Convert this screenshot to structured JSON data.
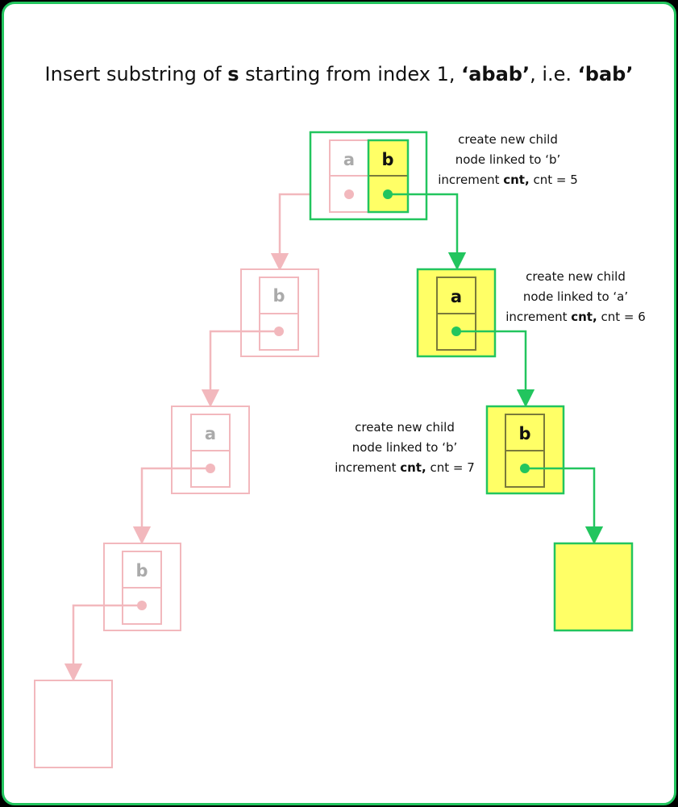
{
  "title": {
    "prefix": "Insert substring of ",
    "var": "s",
    "middle": " starting from index 1, ",
    "word": "‘abab’",
    "sep": ", i.e. ",
    "sub": "‘bab’"
  },
  "nodes": {
    "root": {
      "letter_a": "a",
      "letter_b": "b"
    },
    "faded_1": {
      "letter": "b"
    },
    "faded_2": {
      "letter": "a"
    },
    "faded_3": {
      "letter": "b"
    },
    "new_1": {
      "letter": "a"
    },
    "new_2": {
      "letter": "b"
    }
  },
  "notes": [
    {
      "line1": "create new child",
      "line2": "node linked to ‘b’",
      "prefix": "increment ",
      "keyword": "cnt,",
      "suffix": " cnt = 5"
    },
    {
      "line1": "create new child",
      "line2": "node linked to ‘a’",
      "prefix": "increment ",
      "keyword": "cnt,",
      "suffix": " cnt = 6"
    },
    {
      "line1": "create new child",
      "line2": "node linked to ‘b’",
      "prefix": "increment ",
      "keyword": "cnt,",
      "suffix": " cnt = 7"
    }
  ],
  "colors": {
    "border": "#22c55e",
    "highlight": "#ffff66",
    "faded": "#f2b8bd",
    "faded_text": "#aaaaaa",
    "cell_border": "#7a7a3a"
  }
}
